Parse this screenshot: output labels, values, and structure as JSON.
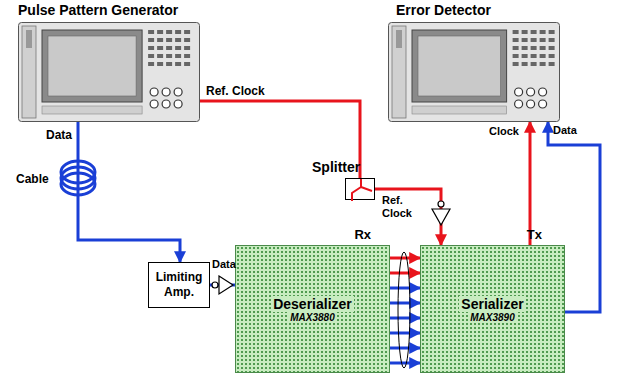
{
  "diagram": {
    "nodes": [
      {
        "text": [
          "Pulse Pattern Generator"
        ]
      },
      {
        "text": [
          "Error Detector"
        ]
      },
      {
        "text": [
          "Splitter"
        ]
      },
      {
        "text": [
          "Limiting Amp."
        ]
      },
      {
        "text": [
          "Rx",
          "Deserializer",
          "MAX3880"
        ]
      },
      {
        "text": [
          "Tx",
          "Serializer",
          "MAX3890"
        ]
      }
    ],
    "edges": [
      {
        "from": 0,
        "to": 3,
        "arrow": "to"
      },
      {
        "from": 0,
        "to": 2,
        "arrow": "none"
      },
      {
        "from": 2,
        "to": 5,
        "arrow": "to"
      },
      {
        "from": 3,
        "to": 4,
        "arrow": "none"
      },
      {
        "from": 4,
        "to": 5,
        "arrow": "to"
      },
      {
        "from": 5,
        "to": 1,
        "arrow": "to"
      },
      {
        "from": 5,
        "to": 1,
        "arrow": "to"
      }
    ],
    "labels": [
      "Data",
      "Ref. Clock",
      "Cable",
      "Data",
      "Ref. Clock",
      "Clock",
      "Data"
    ]
  }
}
